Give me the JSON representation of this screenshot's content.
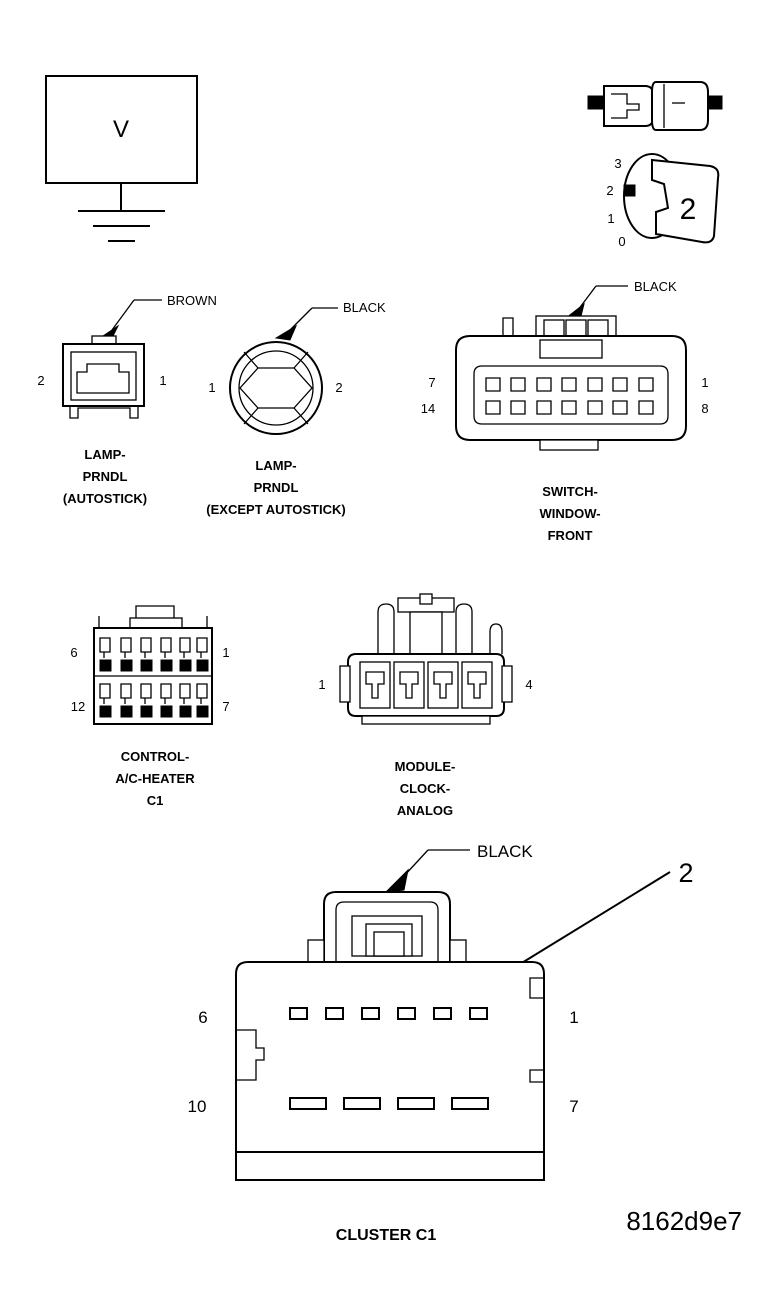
{
  "legend": {
    "voltage_symbol": "V",
    "terminal_positions": [
      "3",
      "2",
      "1",
      "0"
    ],
    "terminal_callout": "2"
  },
  "connectors": {
    "lamp_prndl_autostick": {
      "color": "BROWN",
      "pin_left": "2",
      "pin_right": "1",
      "title": [
        "LAMP-",
        "PRNDL",
        "(AUTOSTICK)"
      ]
    },
    "lamp_prndl_except_autostick": {
      "color": "BLACK",
      "pin_left": "1",
      "pin_right": "2",
      "title": [
        "LAMP-",
        "PRNDL",
        "(EXCEPT AUTOSTICK)"
      ]
    },
    "switch_window_front": {
      "color": "BLACK",
      "pin_top_left": "7",
      "pin_top_right": "1",
      "pin_bottom_left": "14",
      "pin_bottom_right": "8",
      "title": [
        "SWITCH-",
        "WINDOW-",
        "FRONT"
      ]
    },
    "control_ac_heater_c1": {
      "pin_top_left": "6",
      "pin_top_right": "1",
      "pin_bottom_left": "12",
      "pin_bottom_right": "7",
      "title": [
        "CONTROL-",
        "A/C-HEATER",
        "C1"
      ]
    },
    "module_clock_analog": {
      "pin_left": "1",
      "pin_right": "4",
      "title": [
        "MODULE-",
        "CLOCK-",
        "ANALOG"
      ]
    },
    "cluster_c1": {
      "color": "BLACK",
      "callout": "2",
      "pin_top_left": "6",
      "pin_top_right": "1",
      "pin_bottom_left": "10",
      "pin_bottom_right": "7",
      "title": "CLUSTER C1"
    }
  },
  "figure_id": "8162d9e7"
}
